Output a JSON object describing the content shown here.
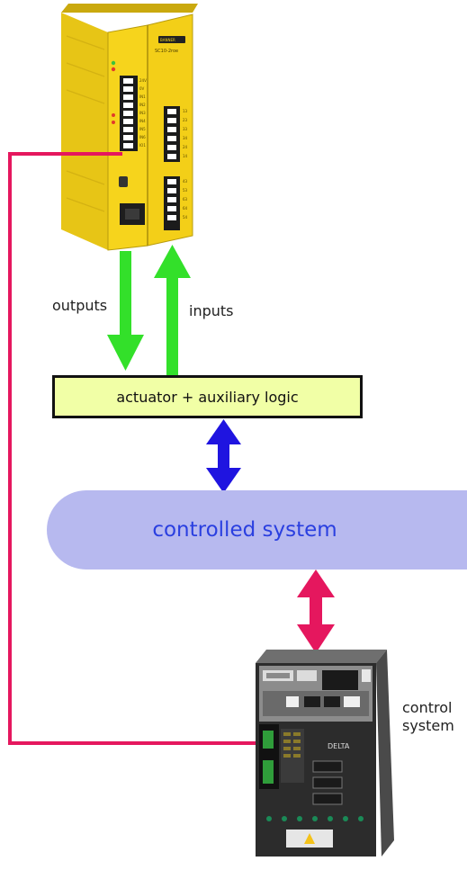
{
  "labels": {
    "outputs": "outputs",
    "inputs": "inputs",
    "actuator": "actuator + auxiliary logic",
    "controlled_system": "controlled system",
    "control_system_line1": "control",
    "control_system_line2": "system"
  },
  "safety_controller": {
    "brand_text": "BANNER",
    "model_text": "SC10-2roe"
  },
  "servo_drive": {
    "brand_text": "DELTA"
  },
  "colors": {
    "green_arrow": "#33e02a",
    "blue_arrow": "#1f14e0",
    "magenta_arrow": "#e5175e",
    "actuator_fill": "#f1ffa6",
    "controlled_system_fill": "#b7b9ef",
    "controlled_system_text": "#2a3fe0",
    "controller_yellow": "#f3d31c"
  },
  "icons": [
    "safety-controller-device",
    "servo-drive-device"
  ]
}
